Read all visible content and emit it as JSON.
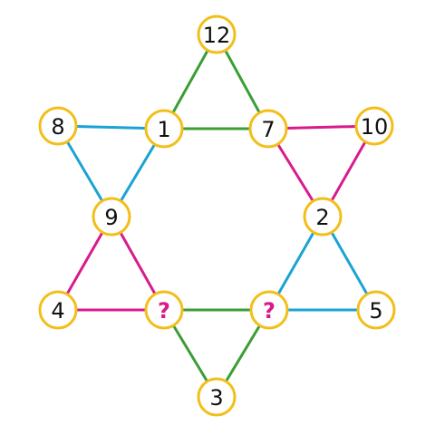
{
  "colors": {
    "green": "#3a9e35",
    "blue": "#1aa3d4",
    "magenta": "#d81b8c",
    "node_border": "#f2bf1a",
    "node_fill": "#ffffff",
    "number_text": "#111111",
    "question_text": "#d81b8c"
  },
  "nodes": [
    {
      "id": "top",
      "label": "12",
      "unknown": false
    },
    {
      "id": "inner-top-left",
      "label": "1",
      "unknown": false
    },
    {
      "id": "inner-top-right",
      "label": "7",
      "unknown": false
    },
    {
      "id": "outer-left-top",
      "label": "8",
      "unknown": false
    },
    {
      "id": "outer-right-top",
      "label": "10",
      "unknown": false
    },
    {
      "id": "inner-left",
      "label": "9",
      "unknown": false
    },
    {
      "id": "inner-right",
      "label": "2",
      "unknown": false
    },
    {
      "id": "outer-left-bottom",
      "label": "4",
      "unknown": false
    },
    {
      "id": "outer-right-bottom",
      "label": "5",
      "unknown": false
    },
    {
      "id": "inner-bottom-left",
      "label": "?",
      "unknown": true
    },
    {
      "id": "inner-bottom-right",
      "label": "?",
      "unknown": true
    },
    {
      "id": "bottom",
      "label": "3",
      "unknown": false
    }
  ],
  "edges": [
    {
      "from": "top",
      "to": "inner-top-left",
      "color": "green"
    },
    {
      "from": "top",
      "to": "inner-top-right",
      "color": "green"
    },
    {
      "from": "inner-top-left",
      "to": "inner-top-right",
      "color": "green"
    },
    {
      "from": "outer-left-top",
      "to": "inner-top-left",
      "color": "blue"
    },
    {
      "from": "outer-left-top",
      "to": "inner-left",
      "color": "blue"
    },
    {
      "from": "inner-top-left",
      "to": "inner-left",
      "color": "blue"
    },
    {
      "from": "inner-top-right",
      "to": "outer-right-top",
      "color": "magenta"
    },
    {
      "from": "inner-top-right",
      "to": "inner-right",
      "color": "magenta"
    },
    {
      "from": "outer-right-top",
      "to": "inner-right",
      "color": "magenta"
    },
    {
      "from": "inner-left",
      "to": "outer-left-bottom",
      "color": "magenta"
    },
    {
      "from": "inner-left",
      "to": "inner-bottom-left",
      "color": "magenta"
    },
    {
      "from": "outer-left-bottom",
      "to": "inner-bottom-left",
      "color": "magenta"
    },
    {
      "from": "inner-right",
      "to": "inner-bottom-right",
      "color": "blue"
    },
    {
      "from": "inner-right",
      "to": "outer-right-bottom",
      "color": "blue"
    },
    {
      "from": "inner-bottom-right",
      "to": "outer-right-bottom",
      "color": "blue"
    },
    {
      "from": "inner-bottom-left",
      "to": "inner-bottom-right",
      "color": "green"
    },
    {
      "from": "inner-bottom-left",
      "to": "bottom",
      "color": "green"
    },
    {
      "from": "inner-bottom-right",
      "to": "bottom",
      "color": "green"
    }
  ]
}
